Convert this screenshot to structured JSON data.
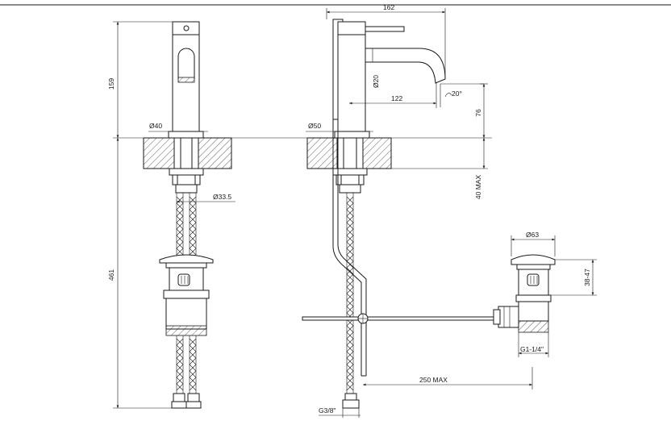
{
  "labels": {
    "left_view": {
      "height_159": "159",
      "dia_40": "Ø40",
      "dia_33_5": "Ø33.5",
      "height_461": "461"
    },
    "side_view": {
      "width_162": "162",
      "dia_20": "Ø20",
      "reach_122": "122",
      "angle_20": "20°",
      "height_76": "76",
      "dia_50": "Ø50",
      "max_40": "40 MAX",
      "thread_g3_8": "G3/8\"",
      "rod_250": "250 MAX"
    },
    "drain_view": {
      "dia_63": "Ø63",
      "range_38_47": "38-47",
      "thread_g1_1_4": "G1-1/4\""
    }
  },
  "colors": {
    "line": "#1a1a1a",
    "background": "#ffffff"
  }
}
